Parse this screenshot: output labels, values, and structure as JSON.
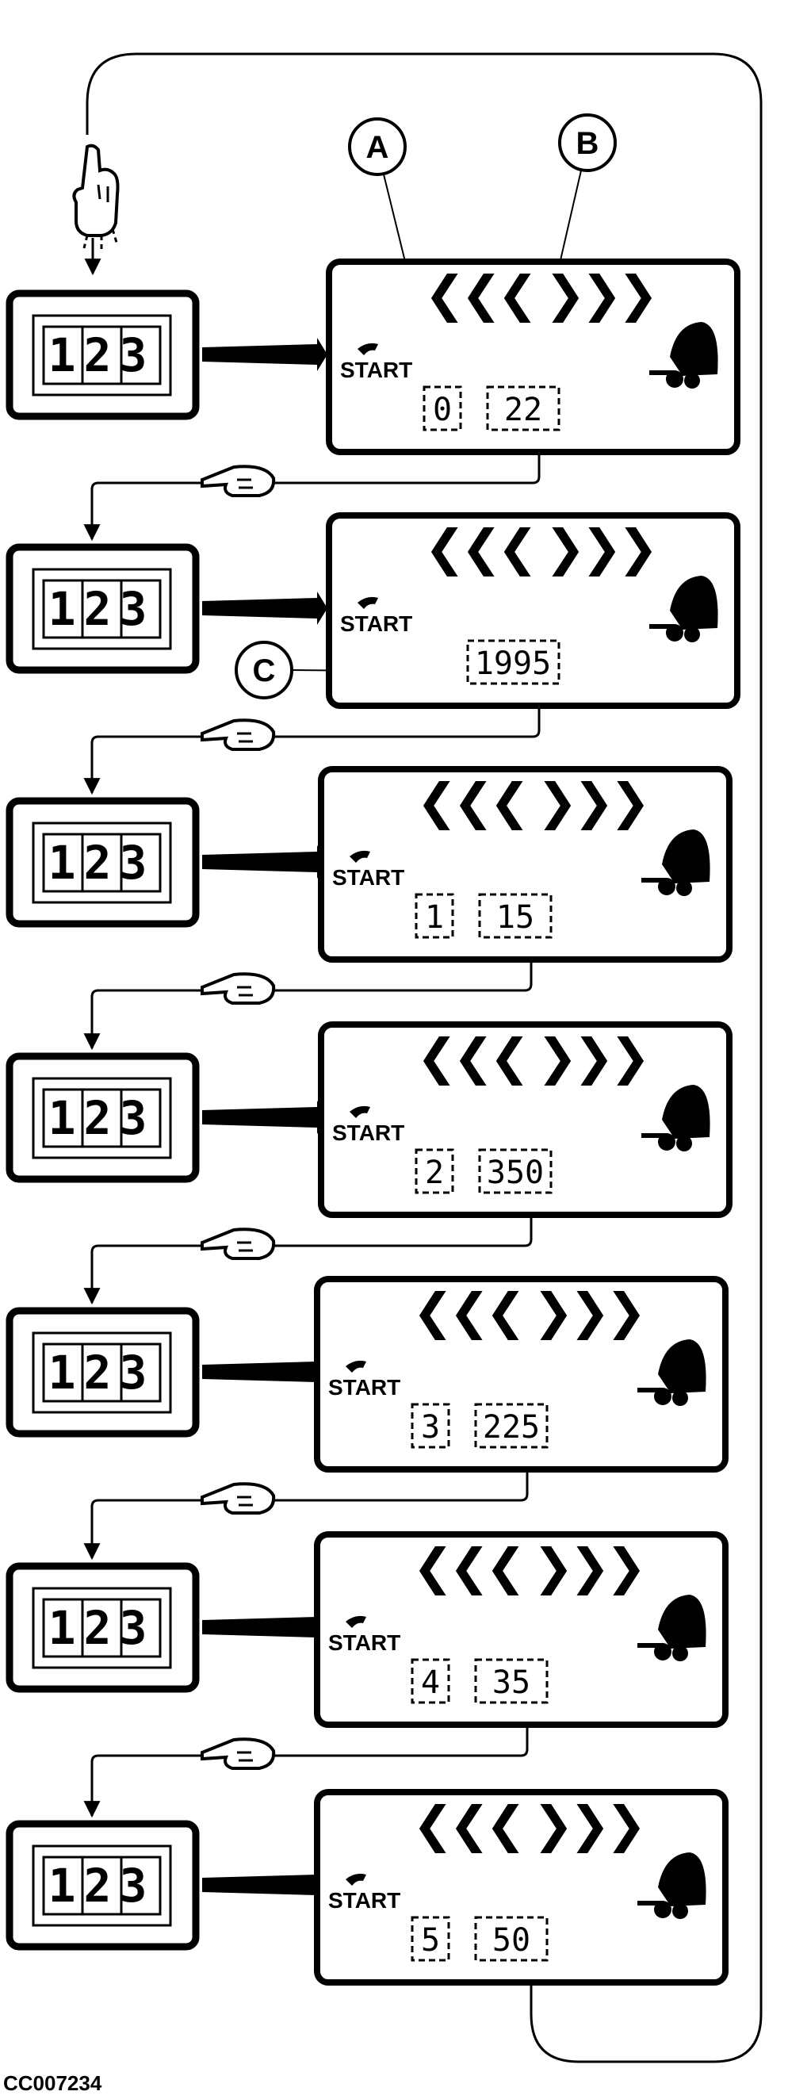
{
  "figure_id": "CC007234",
  "callouts": {
    "a": "A",
    "b": "B",
    "c": "C"
  },
  "dimmer_display": "123",
  "screen": {
    "start_label": "START",
    "chevrons_left": "❮❮❮",
    "chevrons_right": "❯❯❯"
  },
  "steps": [
    {
      "left_value": "0",
      "right_value": "22"
    },
    {
      "single_value": "1995"
    },
    {
      "left_value": "1",
      "right_value": "15"
    },
    {
      "left_value": "2",
      "right_value": "350"
    },
    {
      "left_value": "3",
      "right_value": "225"
    },
    {
      "left_value": "4",
      "right_value": "35"
    },
    {
      "left_value": "5",
      "right_value": "50"
    }
  ]
}
